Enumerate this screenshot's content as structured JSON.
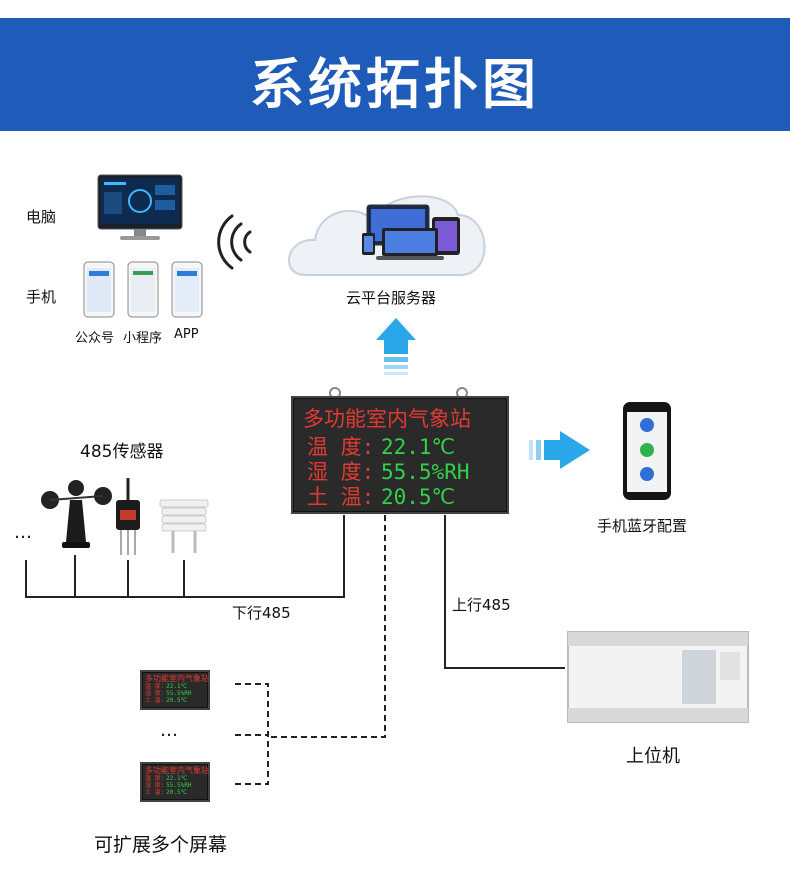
{
  "title": "系统拓扑图",
  "labels": {
    "computer": "电脑",
    "phone": "手机",
    "wechat_official": "公众号",
    "mini_program": "小程序",
    "app": "APP",
    "cloud": "云平台服务器",
    "sensors": "485传感器",
    "downlink": "下行485",
    "uplink": "上行485",
    "bluetooth": "手机蓝牙配置",
    "host": "上位机",
    "expand": "可扩展多个屏幕",
    "ellipsis": "…",
    "ellipsis_small": "…"
  },
  "display": {
    "title": "多功能室内气象站",
    "rows": [
      {
        "label": "温  度:",
        "value": "22.1℃"
      },
      {
        "label": "湿  度:",
        "value": "55.5%RH"
      },
      {
        "label": "土  温:",
        "value": "20.5℃"
      }
    ]
  },
  "mini_display": {
    "title": "多功能室内气象站",
    "rows": [
      {
        "label": "温 度:",
        "value": "22.1℃"
      },
      {
        "label": "湿 度:",
        "value": "55.5%RH"
      },
      {
        "label": "土 温:",
        "value": "20.5℃"
      }
    ]
  },
  "colors": {
    "banner": "#1f5bb8",
    "arrow": "#2aa7e8",
    "led_red": "#e23a32",
    "led_green": "#33d14a"
  }
}
